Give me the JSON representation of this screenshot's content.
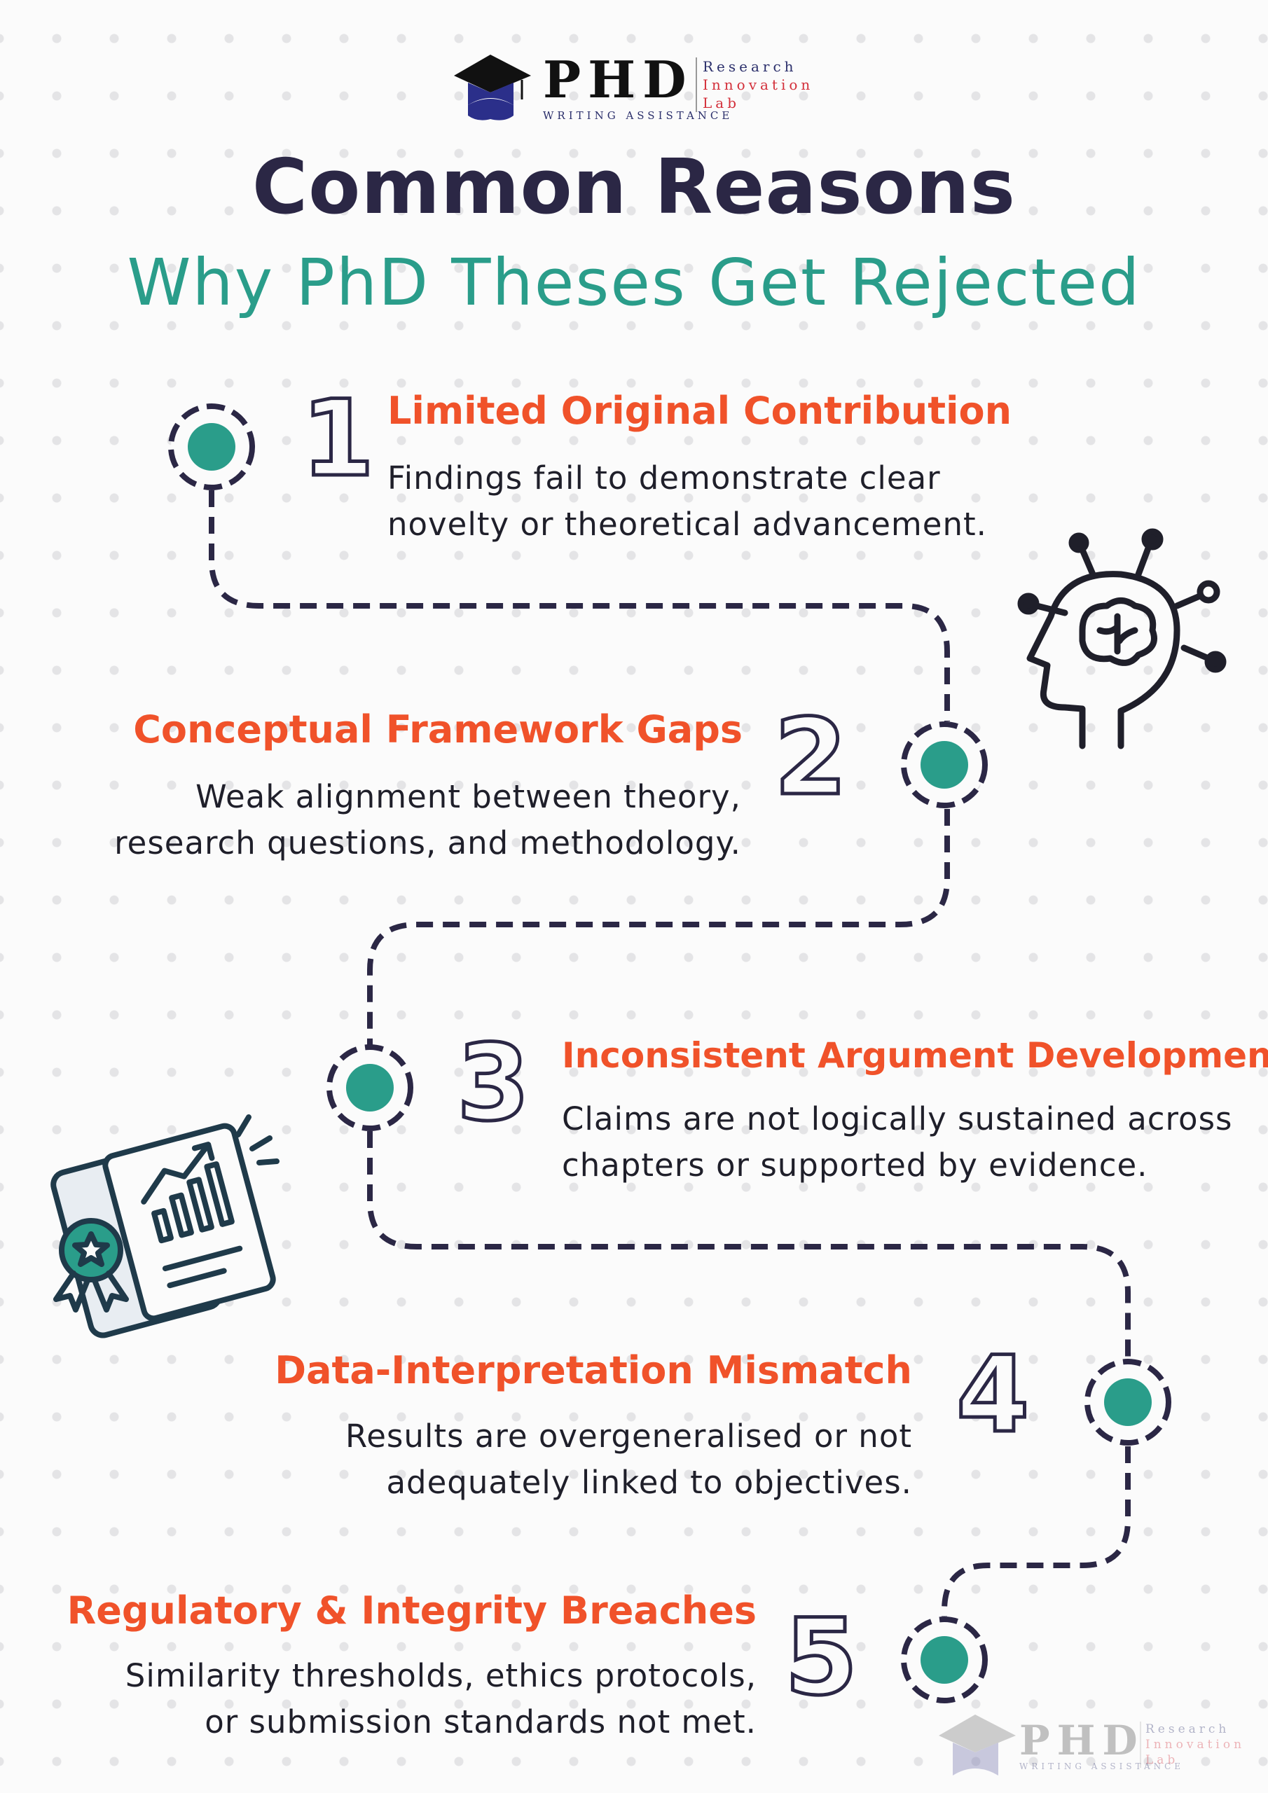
{
  "logo": {
    "brand": "PHD",
    "tagline": "WRITING ASSISTANCE",
    "side_lines": [
      "Research",
      "Innovation",
      "Lab"
    ]
  },
  "header": {
    "title": "Common Reasons",
    "subtitle": "Why PhD Theses Get Rejected"
  },
  "steps": [
    {
      "number": "1",
      "title": "Limited Original Contribution",
      "lines": [
        "Findings fail to demonstrate clear",
        "novelty or theoretical advancement."
      ]
    },
    {
      "number": "2",
      "title": "Conceptual Framework Gaps",
      "lines": [
        "Weak alignment between theory,",
        "research questions, and methodology."
      ]
    },
    {
      "number": "3",
      "title": "Inconsistent Argument Development",
      "lines": [
        "Claims are not logically sustained across",
        "chapters or supported by evidence."
      ]
    },
    {
      "number": "4",
      "title": "Data-Interpretation Mismatch",
      "lines": [
        "Results are overgeneralised or not",
        "adequately linked to objectives."
      ]
    },
    {
      "number": "5",
      "title": "Regulatory & Integrity Breaches",
      "lines": [
        "Similarity thresholds, ethics protocols,",
        "or submission standards not met."
      ]
    }
  ],
  "colors": {
    "navy": "#2b2745",
    "teal": "#2a9d8a",
    "accent": "#f0522a"
  }
}
